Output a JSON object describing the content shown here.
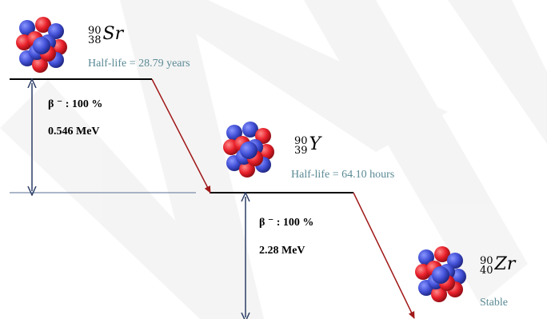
{
  "nuclides": [
    {
      "mass": "90",
      "atomic": "38",
      "symbol": "Sr",
      "note": "Half-life = 28.79 years"
    },
    {
      "mass": "90",
      "atomic": "39",
      "symbol": "Y",
      "note": "Half-life = 64.10 hours"
    },
    {
      "mass": "90",
      "atomic": "40",
      "symbol": "Zr",
      "note": "Stable"
    }
  ],
  "decays": [
    {
      "mode": "β ⁻ : 100 %",
      "energy": "0.546 MeV"
    },
    {
      "mode": "β ⁻ : 100 %",
      "energy": "2.28 MeV"
    }
  ],
  "colors": {
    "proton": "#e8202a",
    "neutron": "#4250d6",
    "decay_arrow": "#a01818",
    "energy_arrow": "#2c3e66",
    "note_text": "#5b8a95"
  }
}
